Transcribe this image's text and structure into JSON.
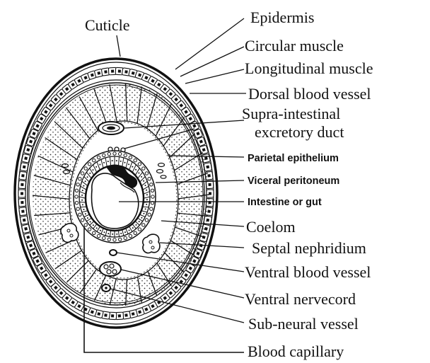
{
  "labels": {
    "cuticle": "Cuticle",
    "epidermis": "Epidermis",
    "circular_muscle": "Circular muscle",
    "longitudinal_muscle": "Longitudinal muscle",
    "dorsal_blood_vessel": "Dorsal blood vessel",
    "supra_intestinal_1": "Supra-intestinal",
    "supra_intestinal_2": "excretory duct",
    "parietal_epithelium": "Parietal epithelium",
    "visceral_peritoneum": "Viceral peritoneum",
    "intestine": "Intestine or gut",
    "coelom": "Coelom",
    "septal_nephridium": "Septal nephridium",
    "ventral_blood_vessel": "Ventral blood vessel",
    "ventral_nervecord": "Ventral nervecord",
    "sub_neural_vessel": "Sub-neural vessel",
    "blood_capillary": "Blood capillary"
  },
  "colors": {
    "ink": "#111111",
    "fill": "#ffffff",
    "stipple": "#333333"
  }
}
